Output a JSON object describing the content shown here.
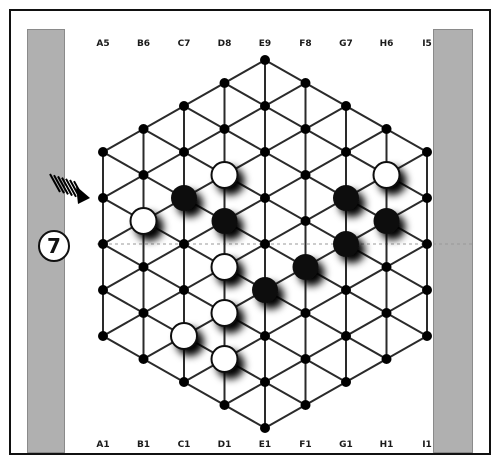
{
  "board": {
    "top_labels": [
      "A5",
      "B6",
      "C7",
      "D8",
      "E9",
      "F8",
      "G7",
      "H6",
      "I5"
    ],
    "bottom_labels": [
      "A1",
      "B1",
      "C1",
      "D1",
      "E1",
      "F1",
      "G1",
      "H1",
      "I1"
    ],
    "step_number": "7",
    "columns": [
      "A",
      "B",
      "C",
      "D",
      "E",
      "F",
      "G",
      "H",
      "I"
    ],
    "column_rows": [
      5,
      6,
      7,
      8,
      9,
      8,
      7,
      6,
      5
    ],
    "black_stones": [
      "D5",
      "E4",
      "F4",
      "G5",
      "G4",
      "H4",
      "C5"
    ],
    "white_stones": [
      "B4",
      "D6",
      "D4",
      "D3",
      "D2",
      "C2",
      "H5"
    ],
    "colors": {
      "black_stone": "#0c0c0c",
      "white_stone": "#ffffff",
      "line": "#2a2a2a",
      "marker": "#000000"
    }
  }
}
